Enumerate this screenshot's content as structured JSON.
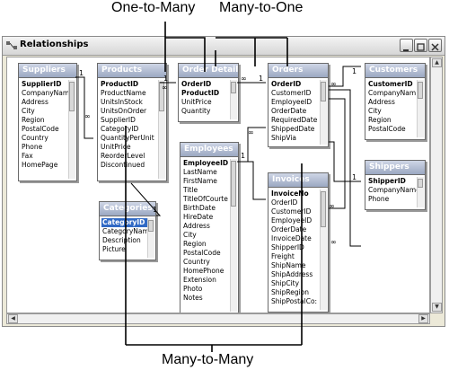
{
  "annotations": {
    "top_left": "One-to-Many",
    "top_right": "Many-to-One",
    "bottom": "Many-to-Many"
  },
  "window": {
    "title": "Relationships",
    "controls": [
      "_",
      "□",
      "×"
    ]
  },
  "tables": {
    "suppliers": {
      "title": "Suppliers",
      "fields": [
        "SupplierID",
        "CompanyName",
        "Address",
        "City",
        "Region",
        "PostalCode",
        "Country",
        "Phone",
        "Fax",
        "HomePage"
      ]
    },
    "products": {
      "title": "Products",
      "fields": [
        "ProductID",
        "ProductName",
        "UnitsInStock",
        "UnitsOnOrder",
        "SupplierID",
        "CategoryID",
        "QuantityPerUnit",
        "UnitPrice",
        "ReorderLevel",
        "Discontinued"
      ]
    },
    "order_details": {
      "title": "Order Details",
      "fields": [
        "OrderID",
        "ProductID",
        "UnitPrice",
        "Quantity"
      ]
    },
    "orders": {
      "title": "Orders",
      "fields": [
        "OrderID",
        "CustomerID",
        "EmployeeID",
        "OrderDate",
        "RequiredDate",
        "ShippedDate",
        "ShipVia"
      ]
    },
    "customers": {
      "title": "Customers",
      "fields": [
        "CustomerID",
        "CompanyNam",
        "Address",
        "City",
        "Region",
        "PostalCode"
      ]
    },
    "categories": {
      "title": "Categories",
      "fields": [
        "CategoryID",
        "CategoryName",
        "Description",
        "Picture"
      ]
    },
    "employees": {
      "title": "Employees",
      "fields": [
        "EmployeeID",
        "LastName",
        "FirstName",
        "Title",
        "TitleOfCourte",
        "BirthDate",
        "HireDate",
        "Address",
        "City",
        "Region",
        "PostalCode",
        "Country",
        "HomePhone",
        "Extension",
        "Photo",
        "Notes"
      ]
    },
    "invoices": {
      "title": "Invoices",
      "fields": [
        "InvoiceNo",
        "OrderID",
        "CustomerID",
        "EmployeeID",
        "OrderDate",
        "InvoiceDate",
        "ShipperID",
        "Freight",
        "ShipName",
        "ShipAddress",
        "ShipCity",
        "ShipRegion",
        "ShipPostalCo:"
      ]
    },
    "shippers": {
      "title": "Shippers",
      "fields": [
        "ShipperID",
        "CompanyName",
        "Phone"
      ]
    }
  },
  "relationship_labels": {
    "one": "1",
    "many": "∞"
  },
  "colors": {
    "header_top": "#cfd6e6",
    "header_bottom": "#9ba8c2",
    "selection": "#316ac5"
  }
}
